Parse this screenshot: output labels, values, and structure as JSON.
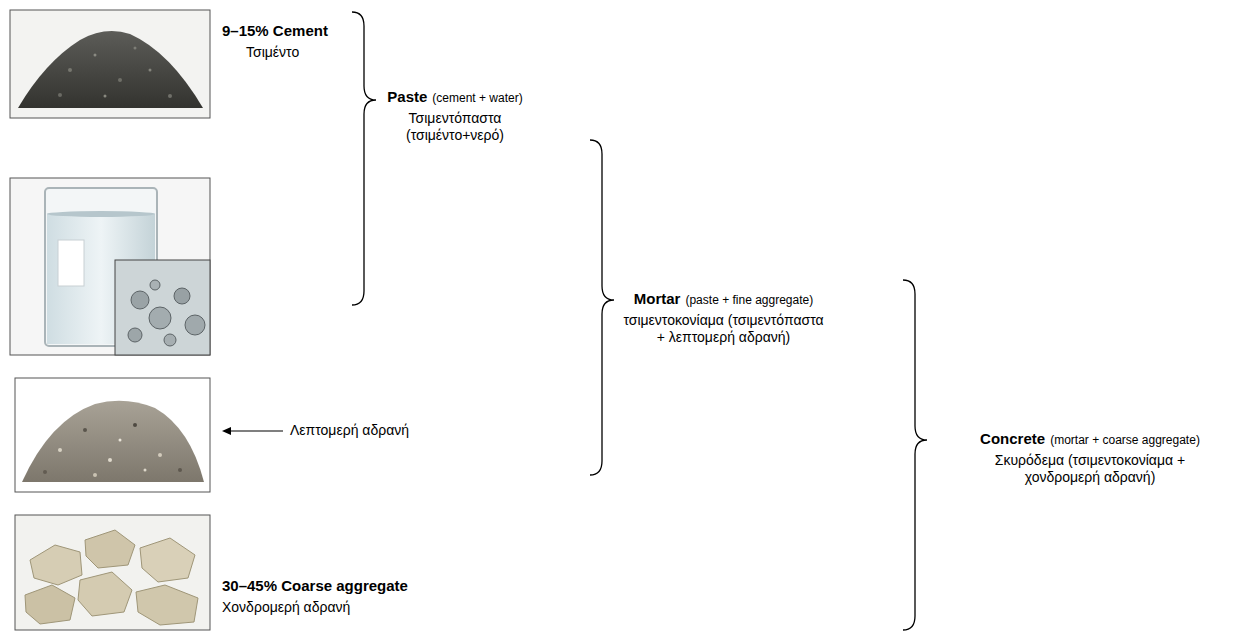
{
  "diagram": {
    "labels": [
      "9–15% Cement",
      "Τσιμέντο",
      "Paste",
      "(cement + water)",
      "Τσιμεντόπαστα (τσιμέντο+νερό)",
      "Λεπτομερή αδρανή",
      "Mortar",
      "(paste + fine aggregate)",
      "τσιμεντοκονίαμα (τσιμεντόπαστα + λεπτομερή αδρανή)",
      "Concrete",
      "(mortar + coarse aggregate)",
      "Σκυρόδεμα (τσιμεντοκονίαμα + χονδρομερή αδρανή)",
      "30–45% Coarse aggregate",
      "Χονδρομερή αδρανή"
    ]
  }
}
